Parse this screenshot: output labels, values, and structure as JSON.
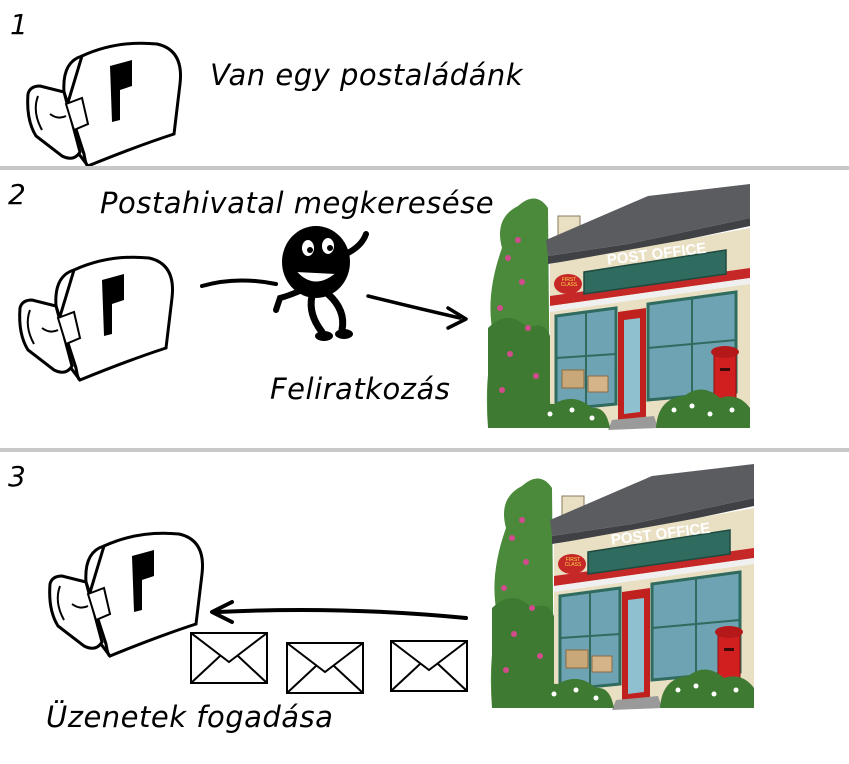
{
  "panels": [
    {
      "number": "1",
      "caption": "Van egy postaládánk"
    },
    {
      "number": "2",
      "top_caption": "Postahivatal megkeresése",
      "bottom_caption": "Feliratkozás",
      "storefront_sign": "POST OFFICE",
      "badge_text": "FIRST CLASS"
    },
    {
      "number": "3",
      "caption": "Üzenetek fogadása",
      "storefront_sign": "POST OFFICE",
      "badge_text": "FIRST CLASS"
    }
  ],
  "colors": {
    "separator": "#c8c8c8",
    "building_wall": "#e9dfc3",
    "roof": "#5a5c60",
    "awning_red": "#c62828",
    "door_red": "#c0201e",
    "sign_green": "#2f6b5e",
    "window_blue": "#6ea3b3",
    "foliage": "#4a8a3a",
    "flowers": "#d14c8b"
  }
}
